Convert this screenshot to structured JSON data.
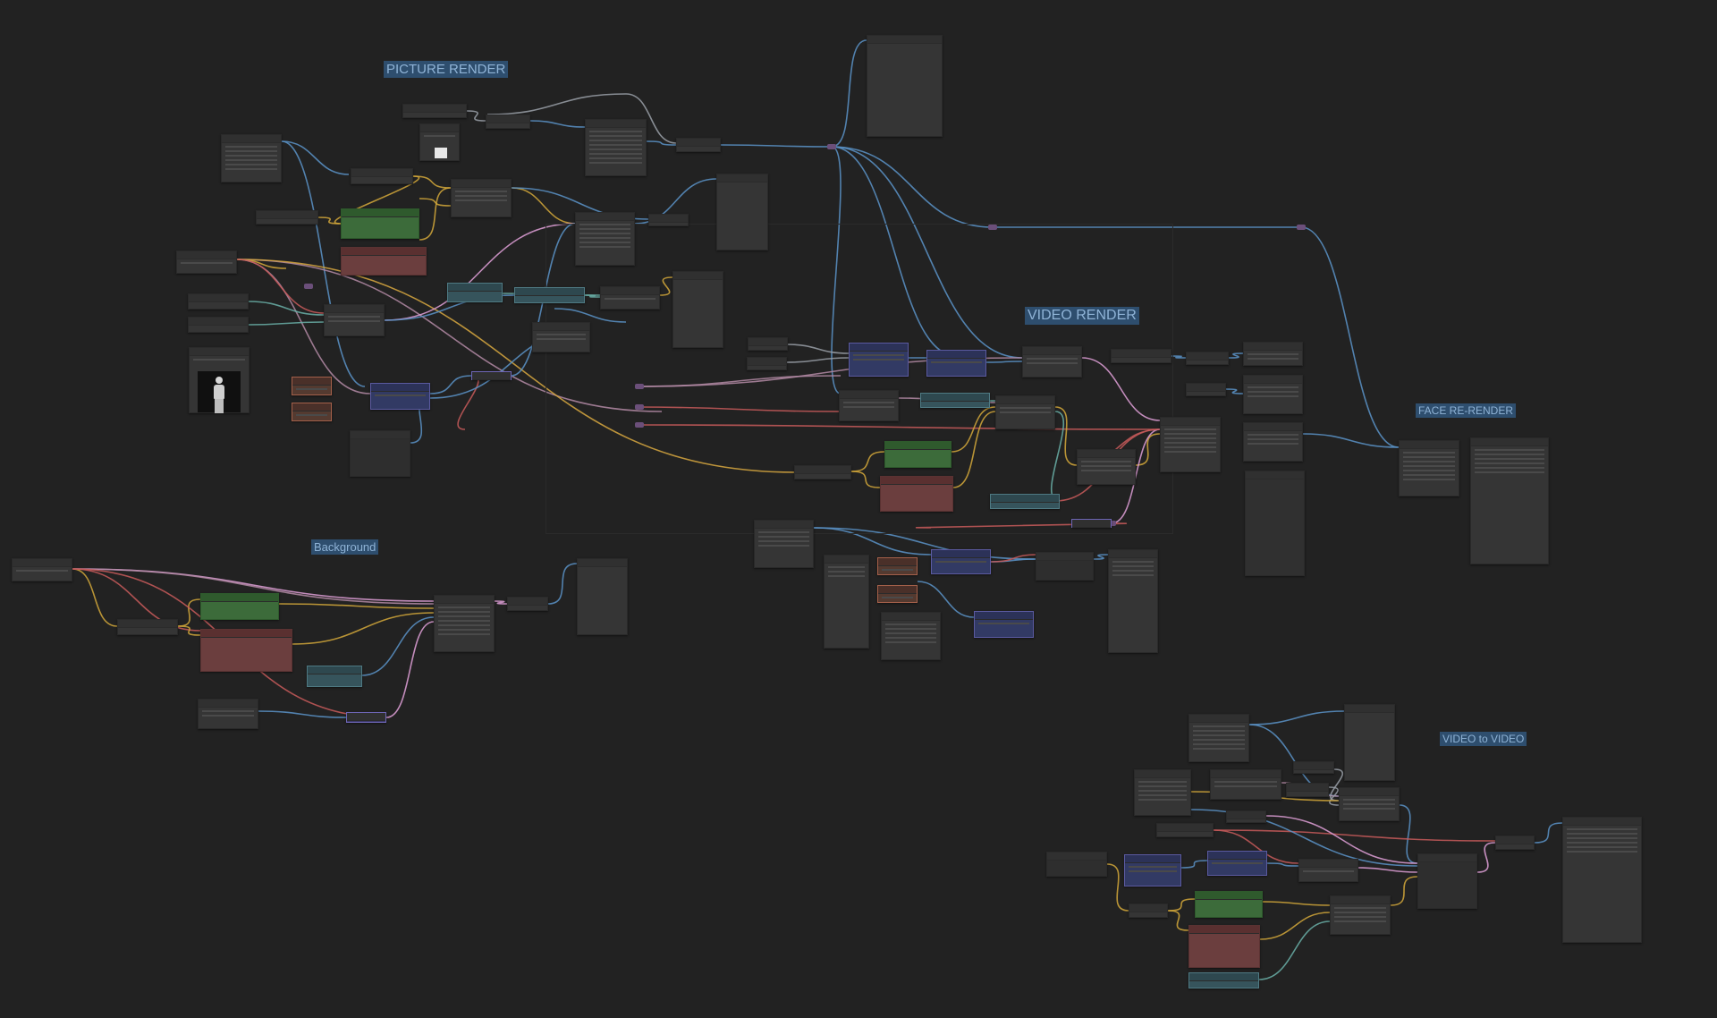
{
  "groups": {
    "picture_render": "PICTURE RENDER",
    "video_render": "VIDEO RENDER",
    "face_rerender": "FACE RE-RENDER",
    "background": "Background",
    "video_to_video": "VIDEO to VIDEO"
  },
  "colors": {
    "canvas_bg": "#222222",
    "group_label_bg": "#2e4e6e",
    "group_label_text": "#8fb3d6",
    "node_default": "#353535",
    "node_positive_prompt": "#3c6b3a",
    "node_negative_prompt": "#6b3e3e",
    "node_sampler": "#323a64",
    "node_model": "#36545c",
    "node_loader": "#543a30",
    "wire_image": "#5b93c8",
    "wire_model": "#b38aa4",
    "wire_clip": "#d3a83a",
    "wire_vae": "#c85a5a",
    "wire_latent": "#e0a0d8",
    "wire_conditioning": "#d8a840",
    "wire_mask": "#6ab0a8",
    "wire_int": "#9aa0a8"
  },
  "icons": {
    "image_thumbnail": "person-figure-thumbnail"
  }
}
